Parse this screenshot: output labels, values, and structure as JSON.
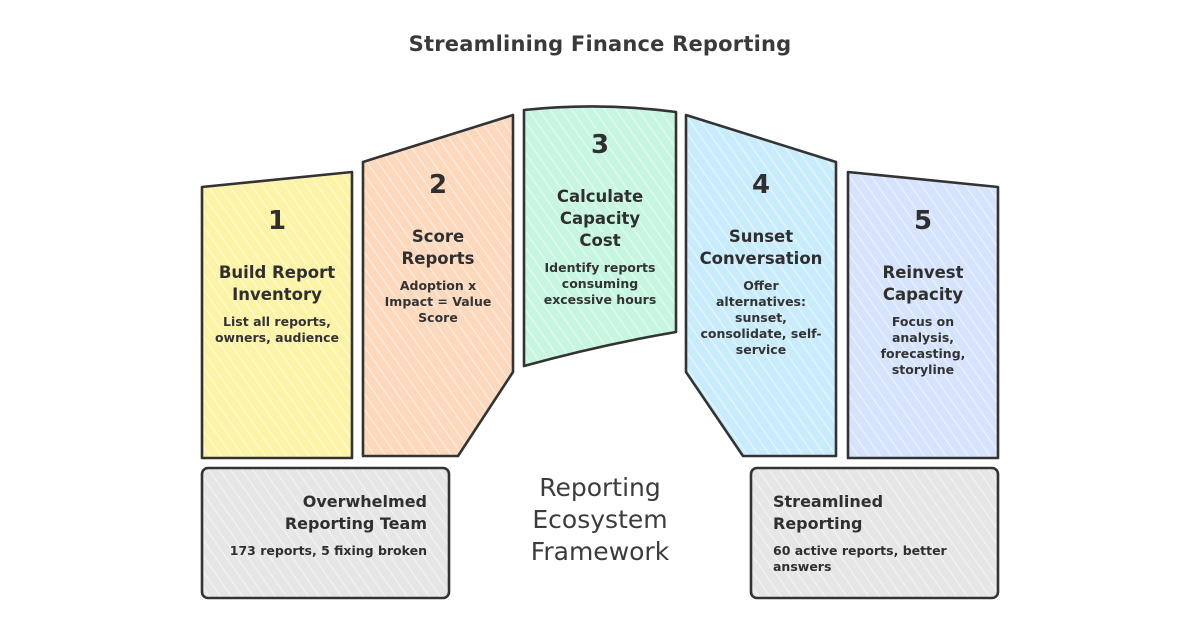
{
  "title": "Streamlining Finance Reporting",
  "center_label": [
    "Reporting",
    "Ecosystem",
    "Framework"
  ],
  "steps": [
    {
      "number": "1",
      "heading": [
        "Build Report",
        "Inventory"
      ],
      "description": [
        "List all reports,",
        "owners, audience"
      ],
      "color": "#fdf3a6"
    },
    {
      "number": "2",
      "heading": [
        "Score",
        "Reports"
      ],
      "description": [
        "Adoption x",
        "Impact = Value",
        "Score"
      ],
      "color": "#fcd9bd"
    },
    {
      "number": "3",
      "heading": [
        "Calculate",
        "Capacity",
        "Cost"
      ],
      "description": [
        "Identify reports",
        "consuming",
        "excessive hours"
      ],
      "color": "#c6f6df"
    },
    {
      "number": "4",
      "heading": [
        "Sunset",
        "Conversation"
      ],
      "description": [
        "Offer",
        "alternatives:",
        "sunset,",
        "consolidate, self-",
        "service"
      ],
      "color": "#c9ecfc"
    },
    {
      "number": "5",
      "heading": [
        "Reinvest",
        "Capacity"
      ],
      "description": [
        "Focus on",
        "analysis,",
        "forecasting,",
        "storyline"
      ],
      "color": "#d6e3fd"
    }
  ],
  "left_box": {
    "title": [
      "Overwhelmed",
      "Reporting Team"
    ],
    "description": [
      "173 reports, 5 fixing broken"
    ],
    "color": "#e6e6e6"
  },
  "right_box": {
    "title": [
      "Streamlined",
      "Reporting"
    ],
    "description": [
      "60 active reports, better",
      "answers"
    ],
    "color": "#e6e6e6"
  }
}
